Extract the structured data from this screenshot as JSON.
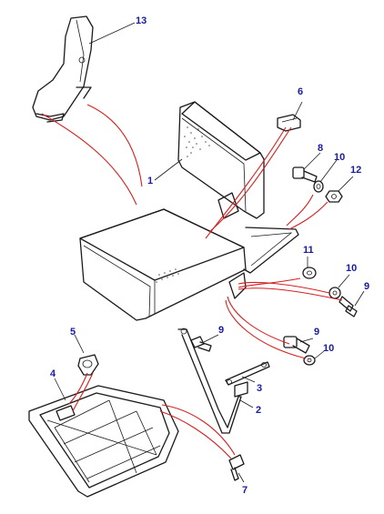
{
  "colors": {
    "label": "#1a1aa0",
    "leader": "#d42020",
    "line": "#1a1a1a"
  },
  "callouts": [
    {
      "id": "c1",
      "text": "1"
    },
    {
      "id": "c2",
      "text": "2"
    },
    {
      "id": "c3",
      "text": "3"
    },
    {
      "id": "c4",
      "text": "4"
    },
    {
      "id": "c5",
      "text": "5"
    },
    {
      "id": "c6",
      "text": "6"
    },
    {
      "id": "c7",
      "text": "7"
    },
    {
      "id": "c8",
      "text": "8"
    },
    {
      "id": "c9a",
      "text": "9"
    },
    {
      "id": "c9b",
      "text": "9"
    },
    {
      "id": "c9c",
      "text": "9"
    },
    {
      "id": "c10a",
      "text": "10"
    },
    {
      "id": "c10b",
      "text": "10"
    },
    {
      "id": "c10c",
      "text": "10"
    },
    {
      "id": "c11",
      "text": "11"
    },
    {
      "id": "c12",
      "text": "12"
    },
    {
      "id": "c13",
      "text": "13"
    }
  ]
}
